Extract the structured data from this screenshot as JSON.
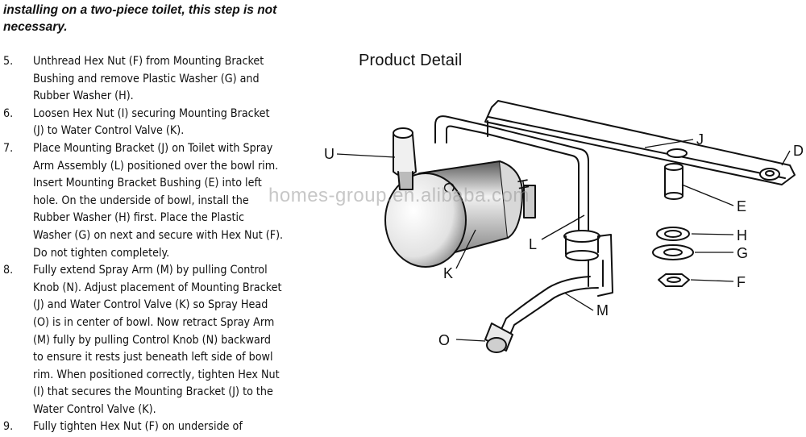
{
  "document": {
    "lead_text": "installing on a two-piece toilet, this step is not necessary.",
    "steps": [
      {
        "number": "5.",
        "lines": [
          "Unthread Hex Nut (F) from Mounting Bracket",
          "Bushing and remove Plastic Washer (G) and",
          "Rubber Washer (H)."
        ]
      },
      {
        "number": "6.",
        "lines": [
          "Loosen Hex Nut (I) securing Mounting Bracket",
          "(J) to Water Control Valve (K)."
        ]
      },
      {
        "number": "7.",
        "lines": [
          "Place Mounting Bracket (J) on Toilet with Spray",
          "Arm Assembly (L) positioned over the bowl rim.",
          "Insert Mounting Bracket Bushing (E) into left",
          "hole. On the underside of bowl, install the",
          "Rubber Washer (H) first. Place the Plastic",
          "Washer (G) on next and secure with Hex Nut (F).",
          "Do not tighten completely."
        ]
      },
      {
        "number": "8.",
        "lines": [
          "Fully extend Spray Arm (M) by pulling Control",
          "Knob (N). Adjust placement of Mounting Bracket",
          "(J) and Water Control Valve (K) so Spray Head",
          "(O) is in center of bowl. Now retract Spray Arm",
          "(M) fully by pulling Control Knob (N) backward",
          "to ensure it rests just beneath left side of bowl",
          "rim. When positioned correctly, tighten Hex Nut",
          "(I) that secures the Mounting Bracket (J) to the",
          "Water Control Valve (K)."
        ]
      },
      {
        "number": "9.",
        "lines": [
          "Fully tighten Hex Nut (F) on underside of"
        ]
      }
    ]
  },
  "product_detail": {
    "title": "Product Detail",
    "valve_marks": [
      "C",
      "H"
    ],
    "callouts": {
      "U": "U",
      "J": "J",
      "D": "D",
      "E": "E",
      "H": "H",
      "G": "G",
      "F": "F",
      "L": "L",
      "K": "K",
      "M": "M",
      "O": "O"
    }
  },
  "watermark": "homes-group.en.alibaba.com"
}
